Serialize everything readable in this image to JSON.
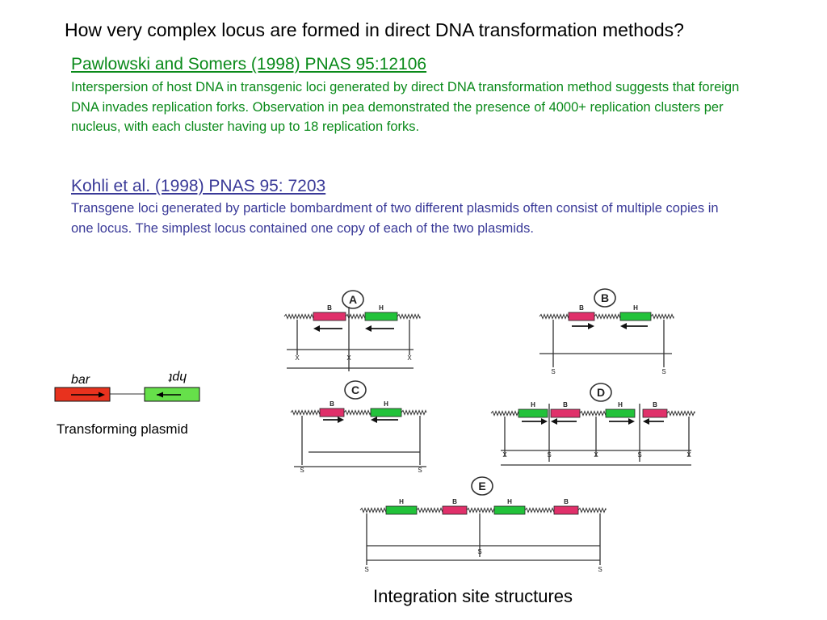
{
  "title": "How very complex locus are formed in direct DNA transformation methods?",
  "references": [
    {
      "citation": "Pawlowski and Somers (1998) PNAS 95:12106",
      "summary": "Interspersion of host DNA in transgenic loci generated by direct DNA transformation method suggests that foreign DNA invades replication forks.  Observation in pea demonstrated the presence of 4000+ replication clusters per nucleus, with each cluster having up to 18 replication forks."
    },
    {
      "citation": "Kohli et al. (1998) PNAS 95: 7203",
      "summary": "Transgene loci generated by particle bombardment of two different plasmids often consist of multiple copies in one locus. The simplest locus contained one copy of each of the two plasmids."
    }
  ],
  "plasmid": {
    "bar_label": "bar",
    "hpt_label": "hpt",
    "caption": "Transforming plasmid"
  },
  "structures": {
    "caption": "Integration site structures",
    "panel_labels": [
      "A",
      "B",
      "C",
      "D",
      "E"
    ],
    "gene_letters": {
      "bar": "B",
      "hpt": "H"
    },
    "site_letters": {
      "x": "X",
      "s": "S"
    }
  },
  "colors": {
    "bar_plasmid": "#e8321e",
    "hpt_plasmid": "#66e04a",
    "bar_gene": "#e0306a",
    "hpt_gene": "#22c23a",
    "citation_green": "#0a8a1a",
    "citation_blue": "#3a3a98"
  }
}
